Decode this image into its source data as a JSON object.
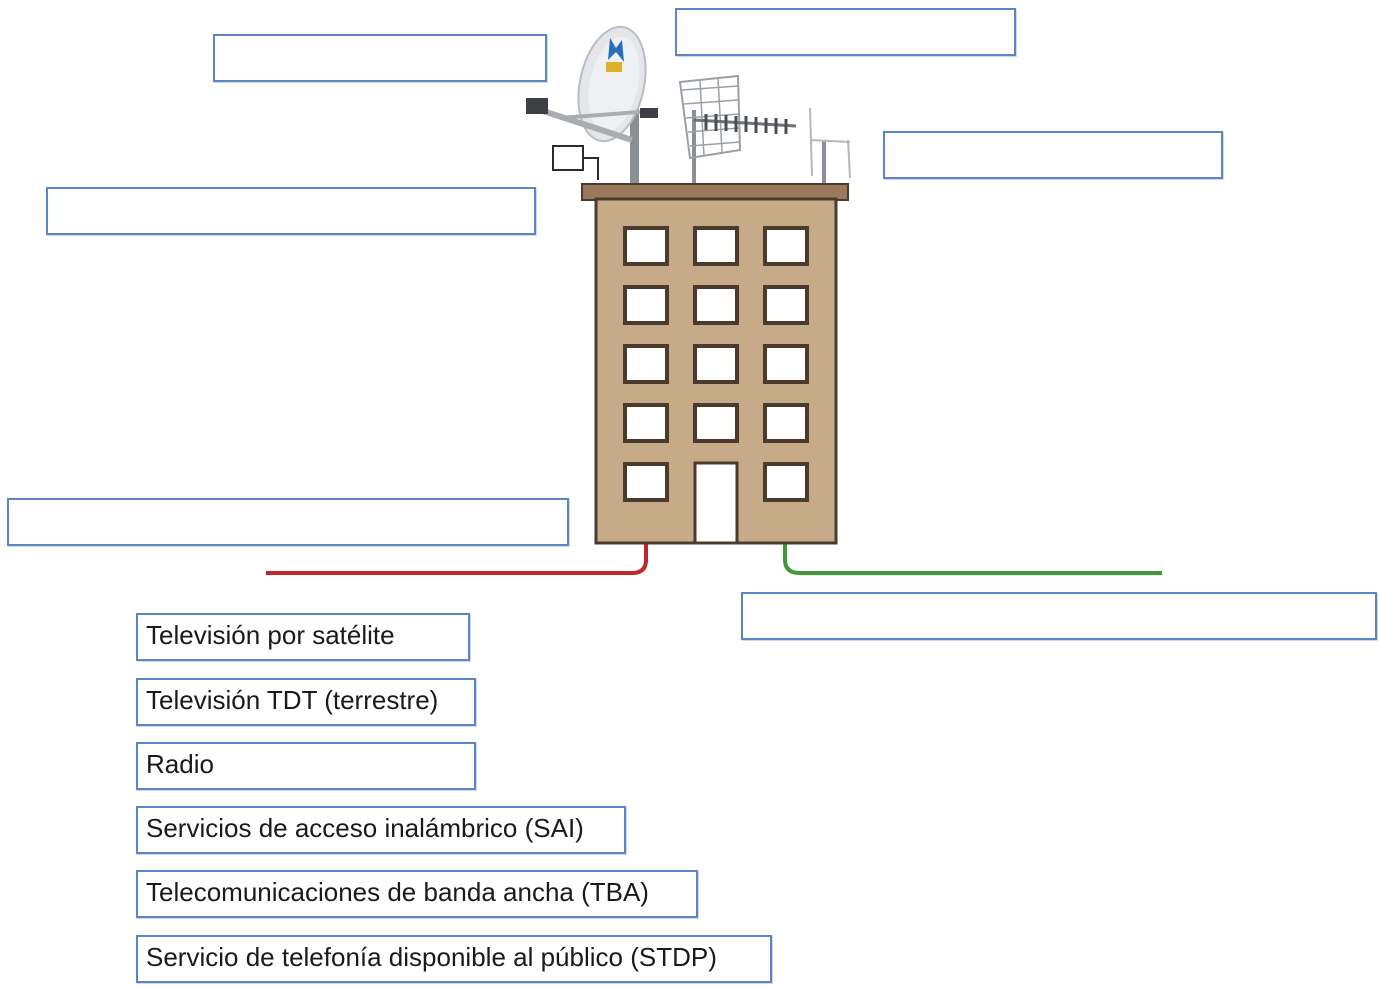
{
  "drop_targets": [
    {
      "id": "target-1",
      "value": ""
    },
    {
      "id": "target-2",
      "value": ""
    },
    {
      "id": "target-3",
      "value": ""
    },
    {
      "id": "target-4",
      "value": ""
    },
    {
      "id": "target-5",
      "value": ""
    },
    {
      "id": "target-6",
      "value": ""
    }
  ],
  "labels": [
    "Televisión por satélite",
    "Televisión TDT (terrestre)",
    "Radio",
    "Servicios de acceso inalámbrico (SAI)",
    "Telecomunicaciones de banda ancha (TBA)",
    "Servicio de telefonía disponible al público (STDP)"
  ],
  "colors": {
    "box_border": "#5b86c5",
    "building_fill": "#c7ab88",
    "building_stroke": "#4a3b2c",
    "roof_fill": "#9b7a5c",
    "window_fill": "#ffffff",
    "cable_red": "#c0262c",
    "cable_green": "#3f9a35",
    "dish_fill": "#e4e6e9",
    "mast_color": "#8a8f95"
  },
  "icons": [
    "satellite-dish-icon",
    "tdt-antenna-icon",
    "radio-antenna-icon",
    "building-icon"
  ]
}
